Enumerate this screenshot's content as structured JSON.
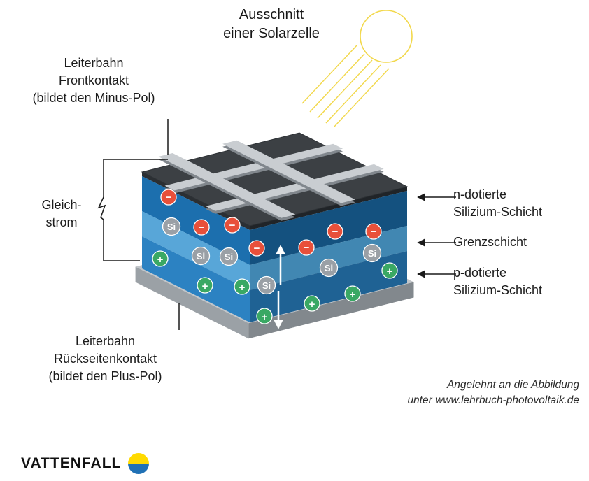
{
  "title": "Ausschnitt\neiner Solarzelle",
  "diagram": {
    "labels": {
      "front_contact": "Leiterbahn\nFrontkontakt\n(bildet den Minus-Pol)",
      "direct_current": "Gleich-\nstrom",
      "n_layer": "n-dotierte\nSilizium-Schicht",
      "boundary_layer": "Grenzschicht",
      "p_layer": "p-dotierte\nSilizium-Schicht",
      "back_contact": "Leiterbahn\nRückseitenkontakt\n(bildet den Plus-Pol)"
    },
    "particles": {
      "minus": "−",
      "plus": "+",
      "silicon": "Si"
    },
    "colors": {
      "n_layer": "#1c6fae",
      "boundary_layer": "#58a6d8",
      "p_layer": "#2c82c2",
      "top_contact": "#3c4044",
      "conductor": "#c9cdd1",
      "base": "#9ba1a6",
      "electron": "#e8503a",
      "hole": "#3aa864",
      "silicon": "#9aa0a6",
      "sun": "#f2d84b"
    }
  },
  "attribution": "Angelehnt an die Abbildung\nunter www.lehrbuch-photovoltaik.de",
  "brand": {
    "wordmark": "VATTENFALL",
    "yellow": "#ffda00",
    "blue": "#2071b5"
  }
}
